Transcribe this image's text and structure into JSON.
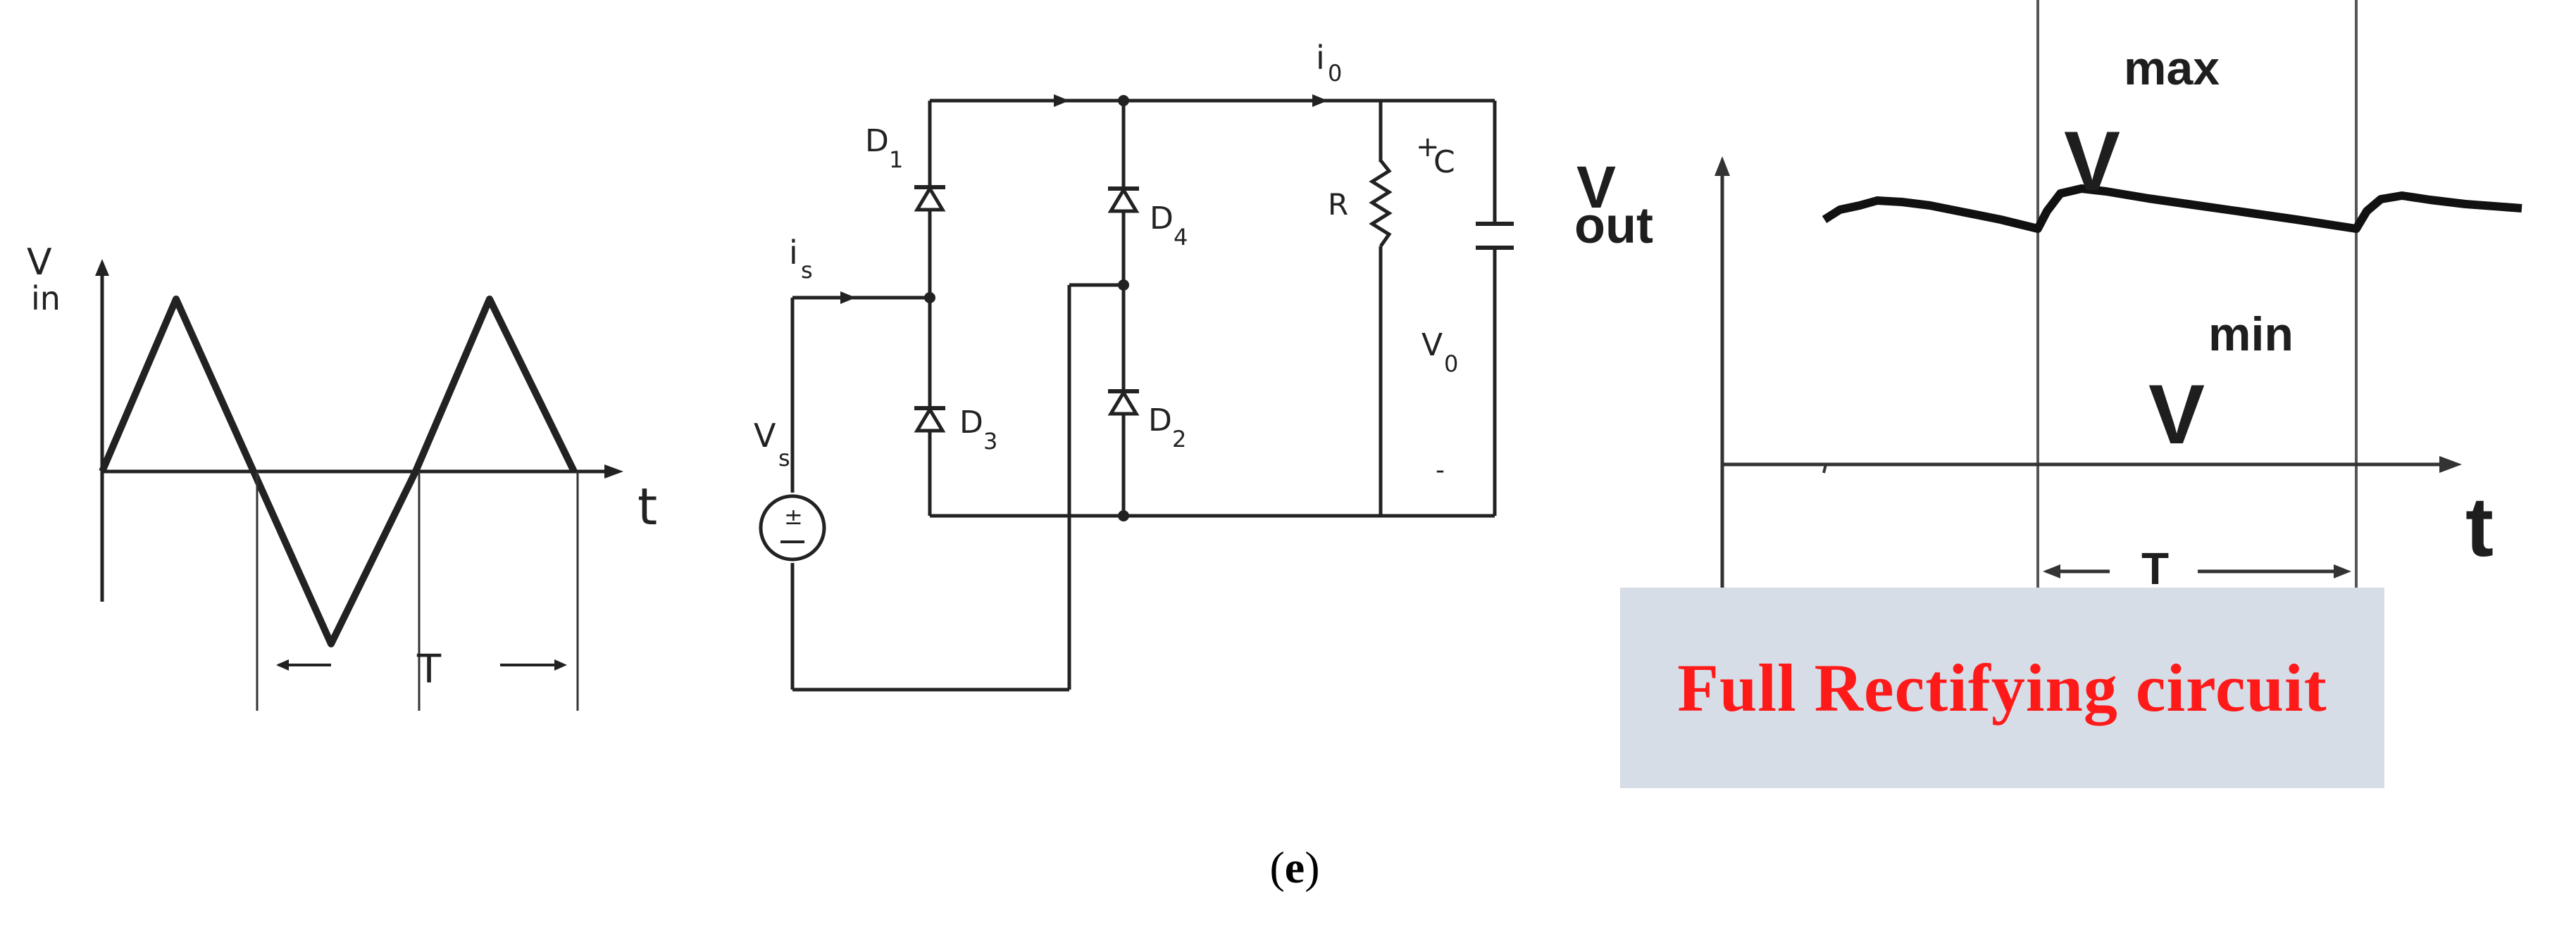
{
  "left_plot": {
    "y_label": "V",
    "y_label_sub": "in",
    "x_label": "t",
    "period_label": "T"
  },
  "circuit": {
    "labels": {
      "d1": "D",
      "d1_sub": "1",
      "d2": "D",
      "d2_sub": "2",
      "d3": "D",
      "d3_sub": "3",
      "d4": "D",
      "d4_sub": "4",
      "r": "R",
      "c": "C",
      "c_plus": "+",
      "vo": "V",
      "vo_sub": "0",
      "vo_minus": "-",
      "io": "i",
      "io_sub": "0",
      "is": "i",
      "is_sub": "s",
      "vs": "V",
      "vs_sub": "s"
    }
  },
  "right_plot": {
    "y_label": "V",
    "y_label_sub": "out",
    "x_label": "t",
    "vmax_label": "V",
    "vmax_sup": "max",
    "vmin_label": "V",
    "vmin_sup": "min",
    "period_label": "T"
  },
  "caption": {
    "text": "Full Rectifying circuit",
    "color": "#ff1a1a",
    "background": "#d6dde7"
  },
  "panel_label": {
    "open": "(",
    "letter": "e",
    "close": ")"
  }
}
